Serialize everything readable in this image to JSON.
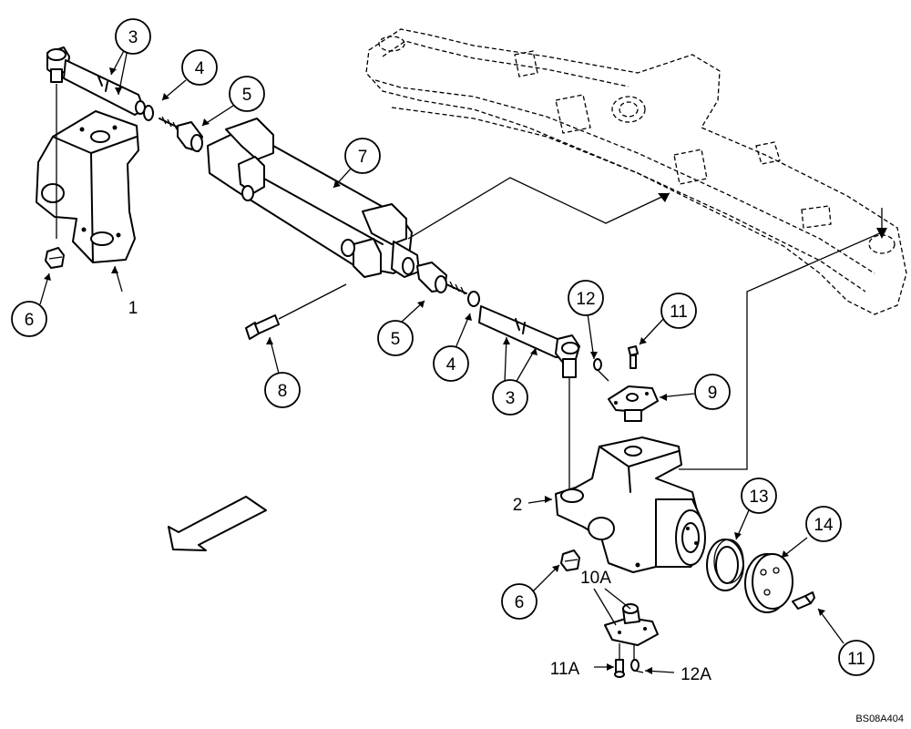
{
  "callouts": [
    {
      "label": "3"
    },
    {
      "label": "4"
    },
    {
      "label": "5"
    },
    {
      "label": "7"
    },
    {
      "label": "6"
    },
    {
      "label": "1"
    },
    {
      "label": "5"
    },
    {
      "label": "4"
    },
    {
      "label": "3"
    },
    {
      "label": "8"
    },
    {
      "label": "12"
    },
    {
      "label": "11"
    },
    {
      "label": "9"
    },
    {
      "label": "2"
    },
    {
      "label": "13"
    },
    {
      "label": "14"
    },
    {
      "label": "6"
    },
    {
      "label": "10A"
    },
    {
      "label": "11A"
    },
    {
      "label": "12A"
    },
    {
      "label": "11"
    }
  ],
  "reference_code": "BS08A404",
  "icons": [
    "direction-arrow-icon"
  ]
}
